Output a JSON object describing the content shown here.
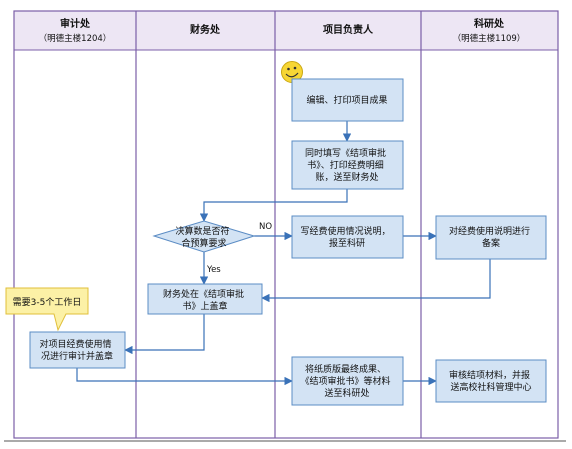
{
  "lanes": [
    {
      "title": "审计处",
      "subtitle": "（明德主楼1204）"
    },
    {
      "title": "财务处",
      "subtitle": ""
    },
    {
      "title": "项目负责人",
      "subtitle": ""
    },
    {
      "title": "科研处",
      "subtitle": "（明德主楼1109）"
    }
  ],
  "nodes": {
    "edit_print": [
      "编辑、打印项目成果"
    ],
    "fill_form": [
      "同时填写《结项审批",
      "书》、打印经费明细",
      "账，送至财务处"
    ],
    "write_note": [
      "写经费使用情况说明，",
      "报至科研"
    ],
    "record": [
      "对经费使用说明进行",
      "备案"
    ],
    "decision": [
      "决算数是否符",
      "合预算要求"
    ],
    "stamp": [
      "财务处在《结项审批",
      "书》上盖章"
    ],
    "audit": [
      "对项目经费使用情",
      "况进行审计并盖章"
    ],
    "submit_paper": [
      "将纸质版最终成果、",
      "《结项审批书》等材料",
      "送至科研处"
    ],
    "review": [
      "审核结项材料，并报",
      "送高校社科管理中心"
    ]
  },
  "edge_labels": {
    "no": "NO",
    "yes": "Yes"
  },
  "callout": "需要3-5个工作日",
  "colors": {
    "lane_border": "#7b5fa8",
    "lane_header_fill": "#ede6f4",
    "box_fill": "#d3e3f4",
    "box_stroke": "#5b8cc4",
    "arrow": "#3a72b8",
    "callout_fill": "#fcf1a6",
    "callout_stroke": "#e0bf3a",
    "smiley_fill": "#f7d634"
  },
  "icons": {
    "start": "smiley-face-icon"
  }
}
